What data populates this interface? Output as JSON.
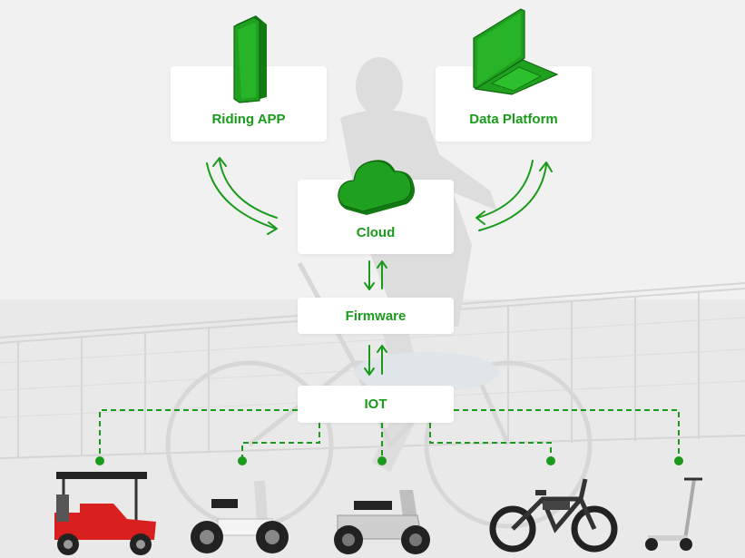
{
  "nodes": {
    "riding_app": "Riding APP",
    "data_platform": "Data Platform",
    "cloud": "Cloud",
    "firmware": "Firmware",
    "iot": "IOT"
  },
  "icons": {
    "phone": "phone-icon",
    "laptop": "laptop-icon",
    "cloud": "cloud-icon",
    "sync_arrows": "bidirectional-arrow-icon"
  },
  "vehicles": [
    "golf-cart",
    "electric-moped",
    "electric-scooter-moped",
    "electric-bike",
    "kick-scooter"
  ],
  "colors": {
    "accent": "#1a9a1a",
    "box_bg": "#ffffff",
    "background": "#efefef"
  }
}
